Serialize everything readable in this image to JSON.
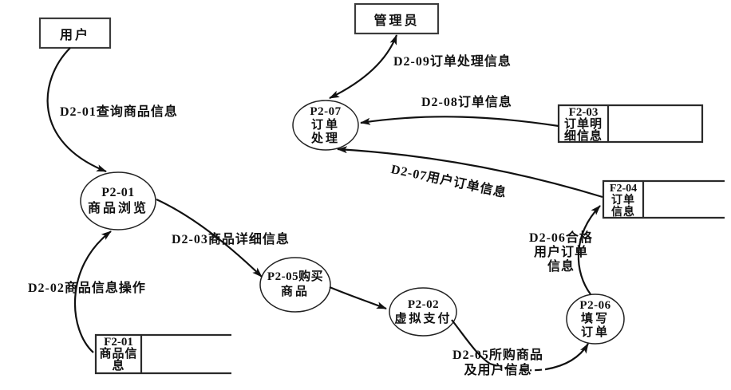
{
  "diagram": {
    "title_hint": "DFD level-2 data flow diagram (online shop ordering)",
    "colors": {
      "background": "#ffffff",
      "line": "#1a1a1a",
      "text": "#111111"
    },
    "externals": {
      "user": {
        "label": "用户"
      },
      "admin": {
        "label": "管理员"
      }
    },
    "processes": {
      "p201": {
        "line1": "P2-01",
        "line2": "商品浏览"
      },
      "p207": {
        "line1": "P2-07",
        "line2": "订单",
        "line3": "处理"
      },
      "p205": {
        "line1": "P2-05购买",
        "line2": "商品"
      },
      "p202": {
        "line1": "P2-02",
        "line2": "虚拟支付"
      },
      "p206": {
        "line1": "P2-06",
        "line2": "填写",
        "line3": "订单"
      }
    },
    "datastores": {
      "f201": {
        "line1": "F2-01",
        "line2": "商品信",
        "line3": "息"
      },
      "f203": {
        "line1": "F2-03",
        "line2": "订单明",
        "line3": "细信息"
      },
      "f204": {
        "line1": "F2-04",
        "line2": "订单",
        "line3": "信息"
      }
    },
    "flows": {
      "d201": {
        "label": "D2-01查询商品信息"
      },
      "d202": {
        "label": "D2-02商品信息操作"
      },
      "d203": {
        "label": "D2-03商品详细信息"
      },
      "d205": {
        "line1": "D2-05所购商品",
        "line2": "及用户信息"
      },
      "d206": {
        "line1": "D2-06合格",
        "line2": "用户订单",
        "line3": "信息"
      },
      "d207": {
        "label": "D2-07用户订单信息"
      },
      "d208": {
        "label": "D2-08订单信息"
      },
      "d209": {
        "label": "D2-09订单处理信息"
      }
    }
  }
}
